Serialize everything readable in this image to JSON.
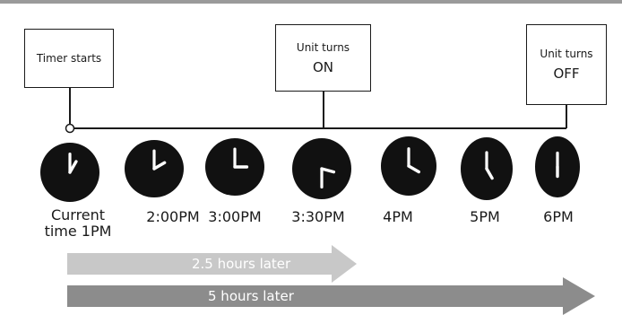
{
  "callouts": {
    "timer_starts": "Timer starts",
    "unit_on_line1": "Unit turns",
    "unit_on_line2": "ON",
    "unit_off_line1": "Unit turns",
    "unit_off_line2": "OFF"
  },
  "clocks": [
    {
      "label_line1": "Current",
      "label_line2": "time 1PM",
      "hour": 1,
      "minute": 0
    },
    {
      "label_line1": "2:00PM",
      "label_line2": "",
      "hour": 2,
      "minute": 0
    },
    {
      "label_line1": "3:00PM",
      "label_line2": "",
      "hour": 3,
      "minute": 0
    },
    {
      "label_line1": "3:30PM",
      "label_line2": "",
      "hour": 3,
      "minute": 30
    },
    {
      "label_line1": "4PM",
      "label_line2": "",
      "hour": 4,
      "minute": 0
    },
    {
      "label_line1": "5PM",
      "label_line2": "",
      "hour": 5,
      "minute": 0
    },
    {
      "label_line1": "6PM",
      "label_line2": "",
      "hour": 6,
      "minute": 0
    }
  ],
  "arrows": {
    "short_label": "2.5 hours later",
    "long_label": "5 hours later"
  },
  "colors": {
    "clock_face": "#111111",
    "clock_hands": "#ffffff",
    "short_arrow": "#c8c8c8",
    "long_arrow": "#8c8c8c",
    "line": "#1a1a1a",
    "top_rule": "#9a9a9a"
  }
}
